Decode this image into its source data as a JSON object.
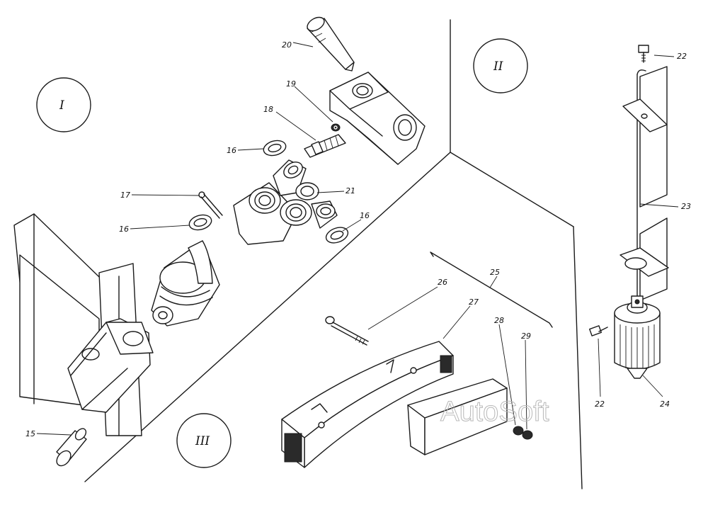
{
  "sections": [
    {
      "id": "I",
      "label": "I"
    },
    {
      "id": "II",
      "label": "II"
    },
    {
      "id": "III",
      "label": "III"
    }
  ],
  "callouts": [
    {
      "id": "c15",
      "label": "15"
    },
    {
      "id": "c16a",
      "label": "16"
    },
    {
      "id": "c16b",
      "label": "16"
    },
    {
      "id": "c16c",
      "label": "16"
    },
    {
      "id": "c17",
      "label": "17"
    },
    {
      "id": "c18",
      "label": "18"
    },
    {
      "id": "c19",
      "label": "19"
    },
    {
      "id": "c20",
      "label": "20"
    },
    {
      "id": "c21",
      "label": "21"
    },
    {
      "id": "c22a",
      "label": "22"
    },
    {
      "id": "c22b",
      "label": "22"
    },
    {
      "id": "c23",
      "label": "23"
    },
    {
      "id": "c24",
      "label": "24"
    },
    {
      "id": "c25",
      "label": "25"
    },
    {
      "id": "c26",
      "label": "26"
    },
    {
      "id": "c27",
      "label": "27"
    },
    {
      "id": "c28",
      "label": "28"
    },
    {
      "id": "c29",
      "label": "29"
    }
  ],
  "watermark": "AutoSoft"
}
